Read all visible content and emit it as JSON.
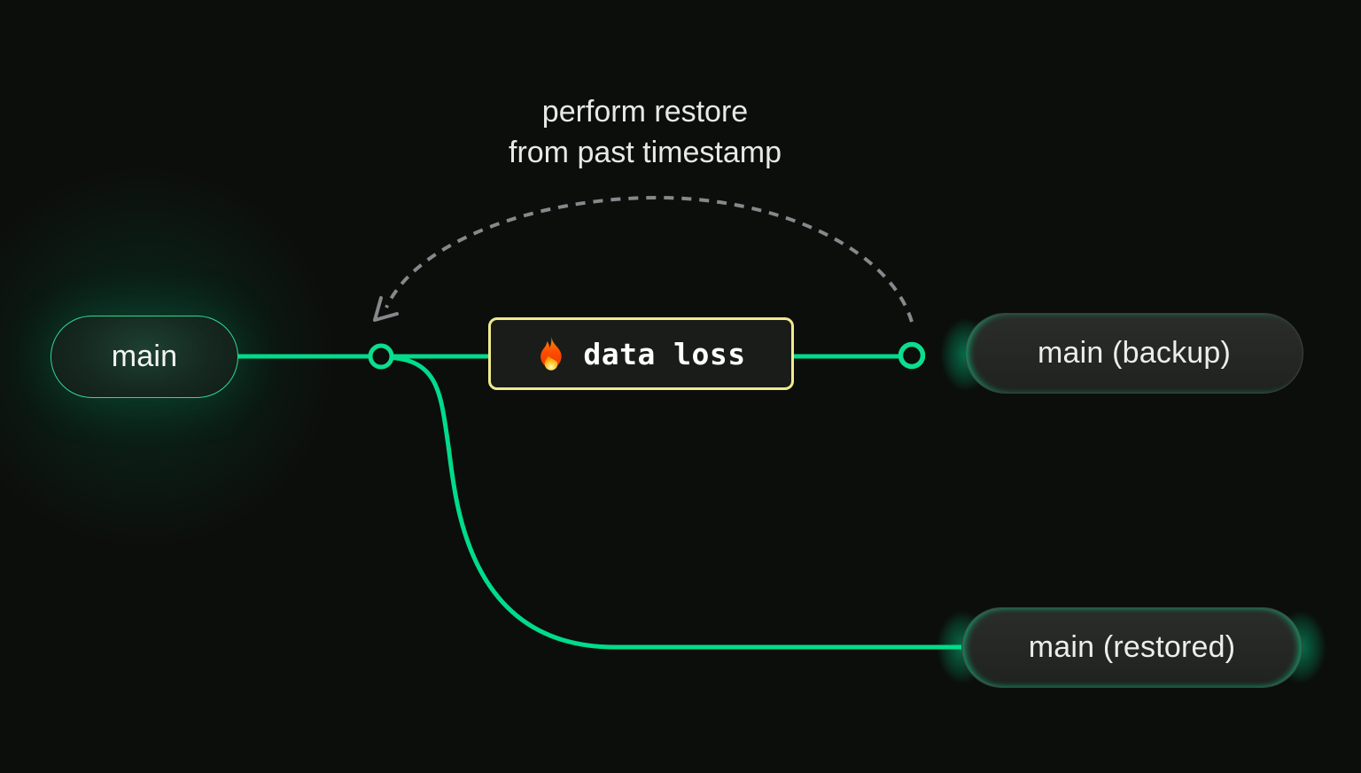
{
  "diagram": {
    "caption": {
      "line1": "perform restore",
      "line2": "from past timestamp"
    },
    "nodes": {
      "main": {
        "label": "main"
      },
      "data_loss": {
        "label": "data loss",
        "icon": "fire-icon",
        "emoji": "🔥"
      },
      "main_backup": {
        "label": "main (backup)"
      },
      "main_restored": {
        "label": "main (restored)"
      }
    },
    "edges": {
      "main_to_backup": "solid green line with two commit rings",
      "branch_to_restored": "solid green S-curve",
      "restore_arc": "gray dashed arc with arrowhead pointing to branch point"
    },
    "colors": {
      "background": "#0C0E0C",
      "accent_green": "#00DC8B",
      "ring_green": "#0BDF8F",
      "warning_yellow_border": "#F0EA8F",
      "arc_gray": "#85898C",
      "pill_text": "#ECEDEC",
      "caption_text": "#E7E9E7",
      "gray_pill_border": "#3E413E"
    }
  }
}
